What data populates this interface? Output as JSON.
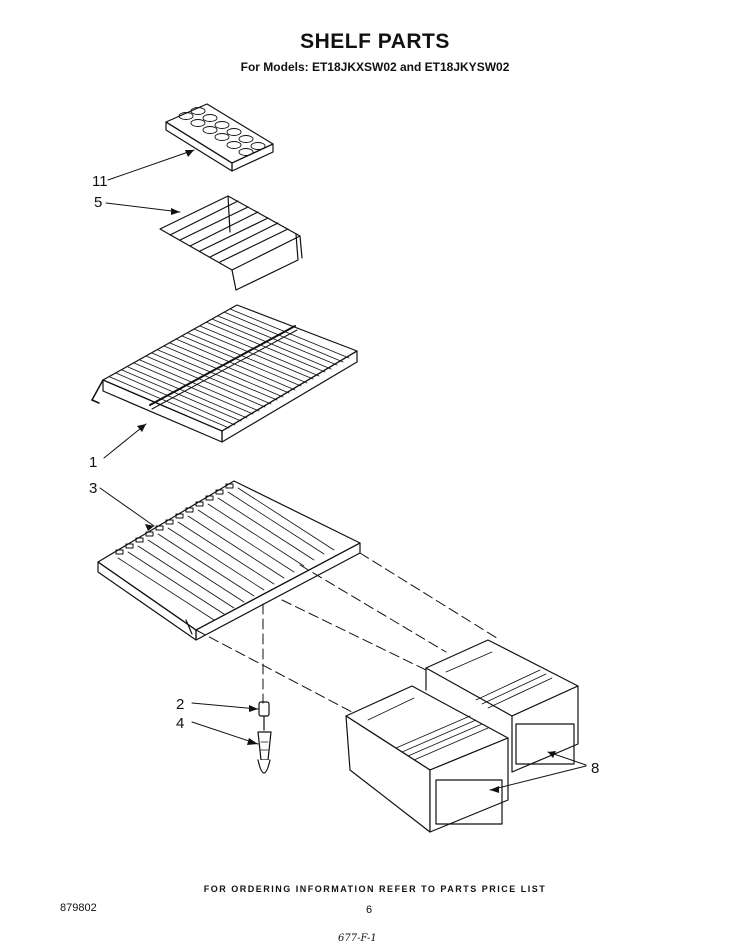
{
  "title": "SHELF PARTS",
  "subtitle": "For Models: ET18JKXSW02 and ET18JKYSW02",
  "callouts": {
    "ice_tray": "11",
    "small_rack": "5",
    "wire_shelf": "1",
    "crisper_shelf": "3",
    "support_clip": "2",
    "support_rod": "4",
    "crisper_drawers": "8"
  },
  "footer": {
    "note": "FOR ORDERING INFORMATION REFER TO PARTS PRICE LIST",
    "doc_number": "879802",
    "page_number": "6",
    "handwritten": "677-F-1"
  }
}
